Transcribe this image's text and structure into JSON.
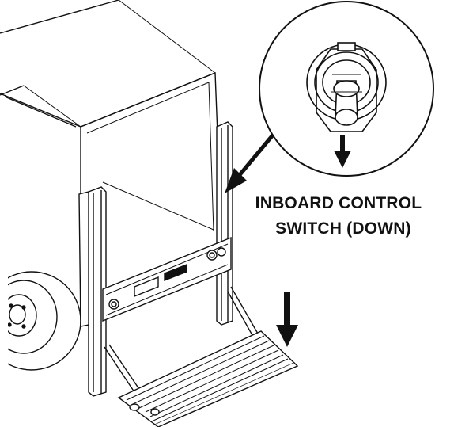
{
  "callout": {
    "label_line1": "INBOARD CONTROL",
    "label_line2": "SWITCH (DOWN)"
  },
  "icons": {
    "toggle_switch": "toggle-switch-icon",
    "switch_down_arrow": "arrow-down-icon",
    "platform_down_arrow": "arrow-down-icon",
    "pointer_arrow": "callout-pointer-arrow"
  },
  "colors": {
    "line": "#111111",
    "fill": "#ffffff",
    "shade": "#cfcfcf"
  }
}
